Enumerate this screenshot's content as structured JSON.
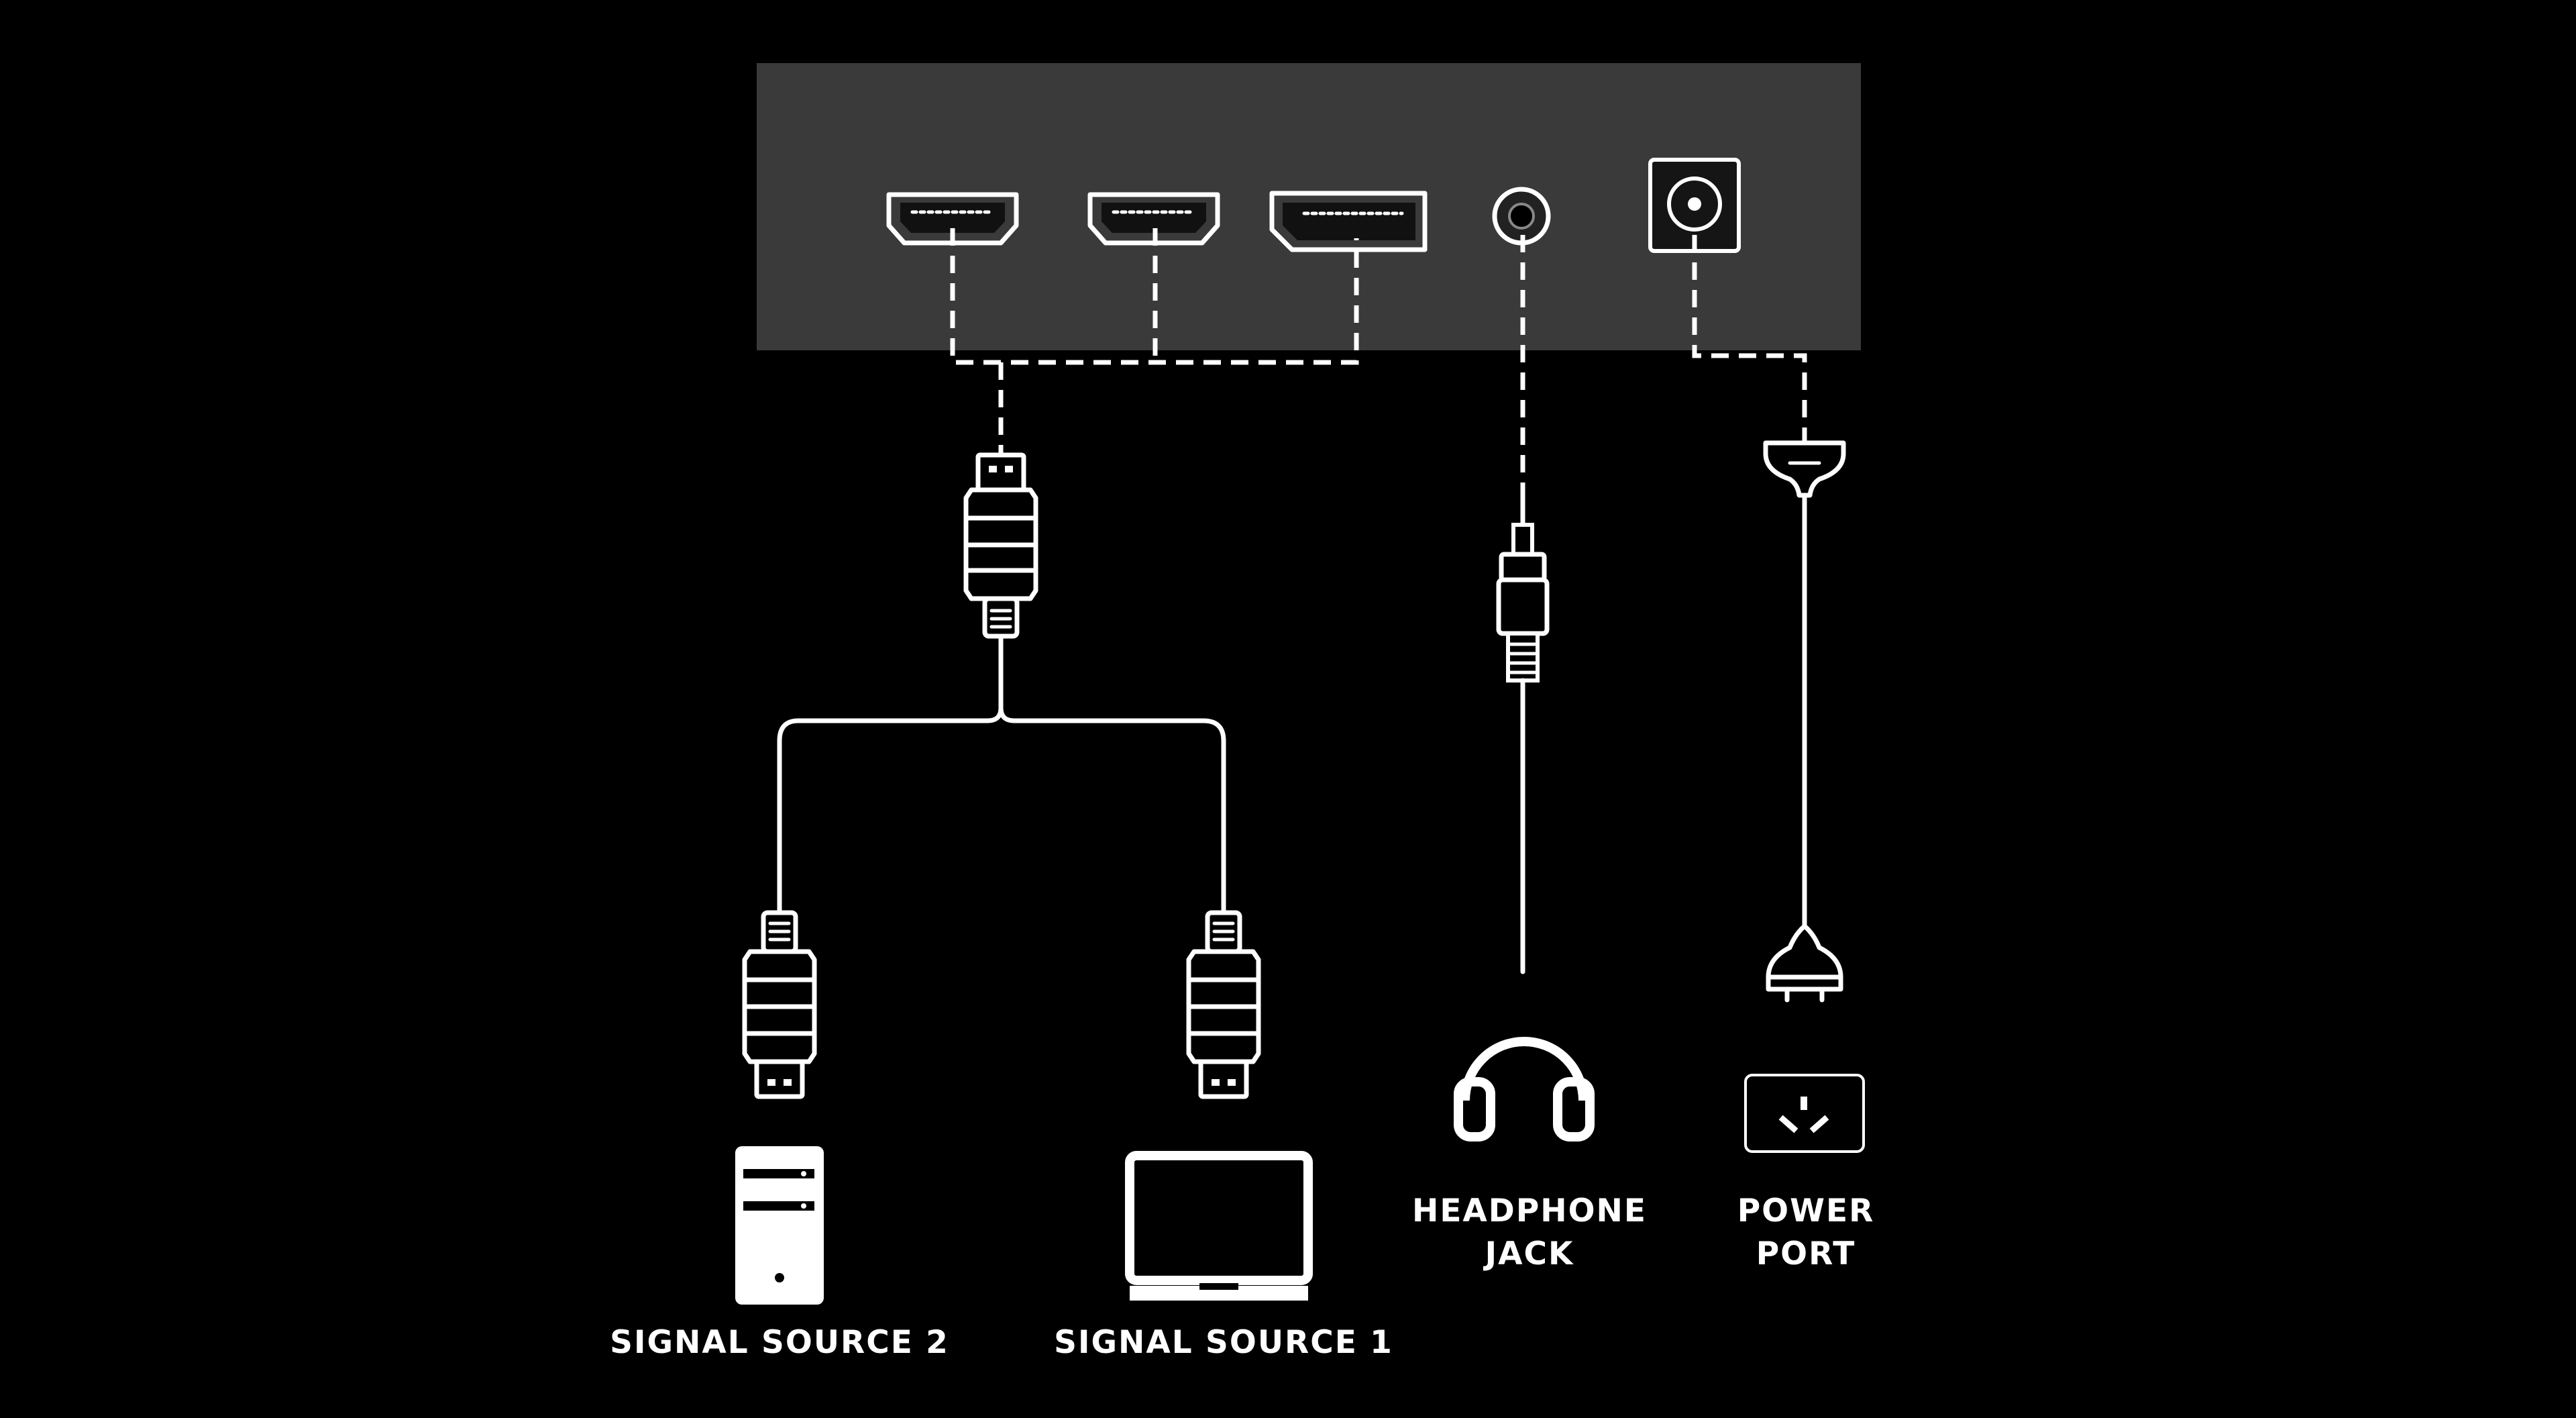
{
  "labels": {
    "signal_source_2": "SIGNAL SOURCE 2",
    "signal_source_1": "SIGNAL SOURCE 1",
    "headphone_jack_line1": "HEADPHONE",
    "headphone_jack_line2": "JACK",
    "power_port_line1": "POWER",
    "power_port_line2": "PORT"
  },
  "icons": {
    "hdmi_port_1": "hdmi-port-icon",
    "hdmi_port_2": "hdmi-port-icon",
    "displayport": "displayport-icon",
    "audio_jack": "audio-jack-icon",
    "dc_power_port": "dc-power-port-icon",
    "hdmi_plug": "hdmi-plug-icon",
    "audio_plug": "audio-plug-icon",
    "power_plug": "power-plug-icon",
    "desktop_tower": "desktop-tower-icon",
    "laptop": "laptop-icon",
    "headphones": "headphones-icon",
    "wall_outlet": "wall-outlet-icon"
  },
  "colors": {
    "background": "#000000",
    "panel": "#3a3a3a",
    "line": "#ffffff"
  }
}
